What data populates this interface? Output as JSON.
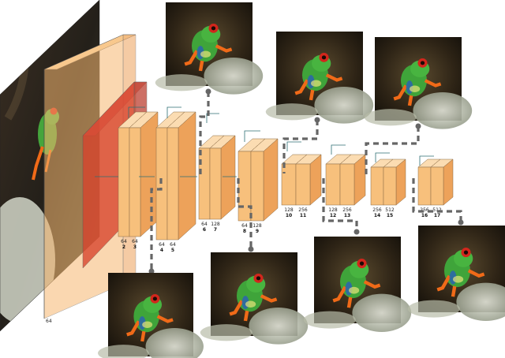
{
  "input": {
    "label": "64"
  },
  "blocks": [
    {
      "id": "b1",
      "num": "2",
      "top": "64"
    },
    {
      "id": "b1b",
      "num": "3",
      "top": "64"
    },
    {
      "id": "b2",
      "num": "4",
      "top": "64"
    },
    {
      "id": "b2b",
      "num": "5",
      "top": "64"
    },
    {
      "id": "b3",
      "num": "6",
      "top": "64"
    },
    {
      "id": "b3b",
      "num": "7",
      "top": "128"
    },
    {
      "id": "b4",
      "num": "8",
      "top": "64"
    },
    {
      "id": "b4b",
      "num": "9",
      "top": "128"
    },
    {
      "id": "b5",
      "num": "10",
      "top": "128"
    },
    {
      "id": "b5b",
      "num": "11",
      "top": "256"
    },
    {
      "id": "b6",
      "num": "12",
      "top": "128"
    },
    {
      "id": "b6b",
      "num": "13",
      "top": "256"
    },
    {
      "id": "b7",
      "num": "14",
      "top": "256"
    },
    {
      "id": "b7b",
      "num": "15",
      "top": "512"
    },
    {
      "id": "b8",
      "num": "16",
      "top": "256"
    },
    {
      "id": "b8b",
      "num": "17",
      "top": "512"
    }
  ],
  "colors": {
    "input_layer": "#f7b870",
    "red_layer": "#d8432c",
    "block_front": "#f7c07c",
    "block_top": "#fbdcb2",
    "block_side": "#eda25a",
    "connector": "#666666",
    "arrow": "#2d6f74"
  },
  "thumbnails": [
    {
      "id": "t1",
      "icon": "frog-activation-image"
    },
    {
      "id": "t2",
      "icon": "frog-activation-image"
    },
    {
      "id": "t3",
      "icon": "frog-activation-image"
    },
    {
      "id": "t4",
      "icon": "frog-activation-image"
    },
    {
      "id": "t5",
      "icon": "frog-activation-image"
    },
    {
      "id": "t6",
      "icon": "frog-activation-image"
    },
    {
      "id": "t7",
      "icon": "frog-activation-image"
    },
    {
      "id": "t8",
      "icon": "frog-activation-image"
    }
  ]
}
